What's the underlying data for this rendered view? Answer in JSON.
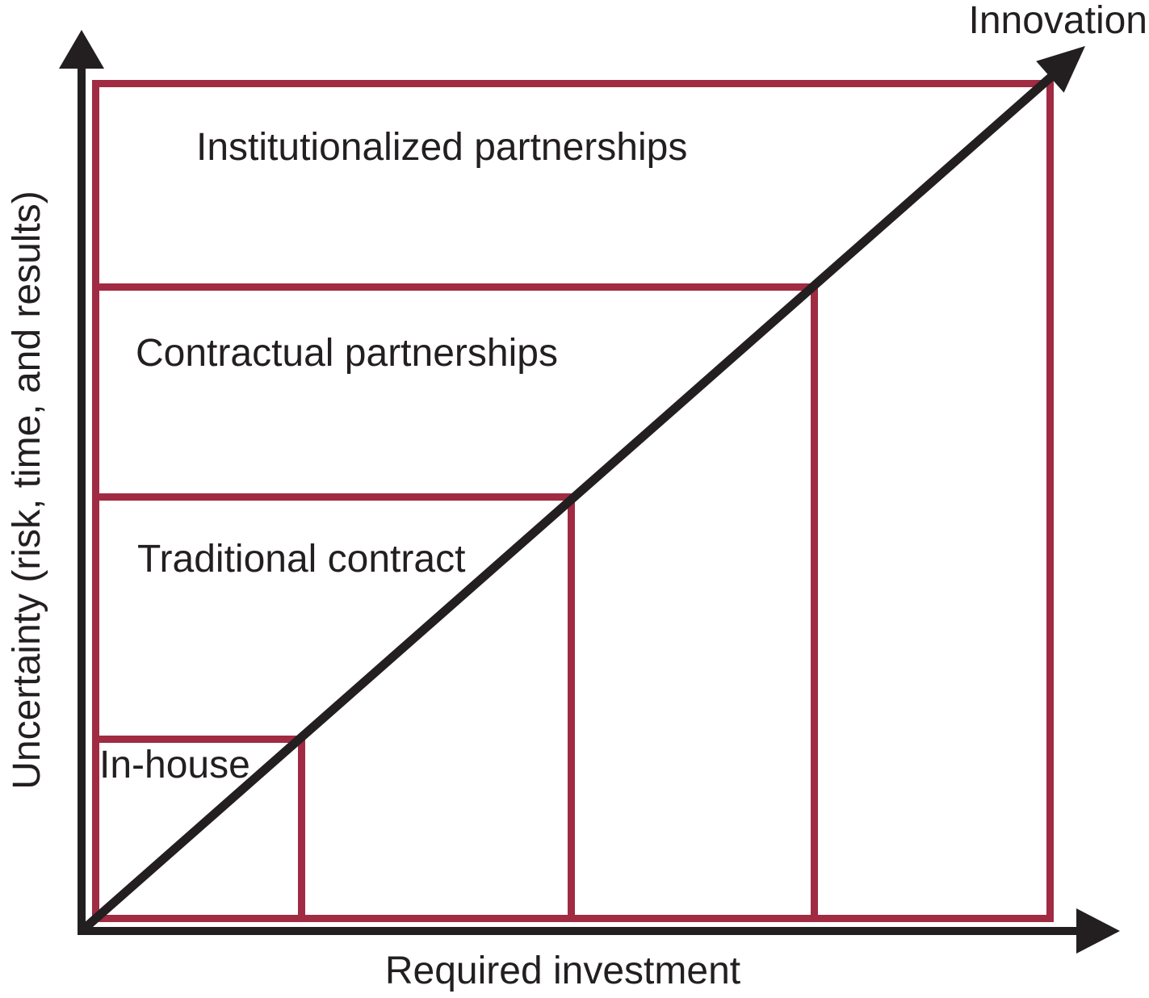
{
  "diagram": {
    "innovation_label": "Innovation",
    "x_axis": {
      "label": "Required investment"
    },
    "y_axis": {
      "label": "Uncertainty (risk, time, and results)"
    },
    "boxes": [
      {
        "id": "institutionalized-partnerships",
        "label": "Institutionalized partnerships"
      },
      {
        "id": "contractual-partnerships",
        "label": "Contractual partnerships"
      },
      {
        "id": "traditional-contract",
        "label": "Traditional contract"
      },
      {
        "id": "in-house",
        "label": "In-house"
      }
    ],
    "colors": {
      "box_border": "#A02B42",
      "line": "#231F20",
      "text": "#231F20",
      "background": "#FFFFFF"
    }
  }
}
